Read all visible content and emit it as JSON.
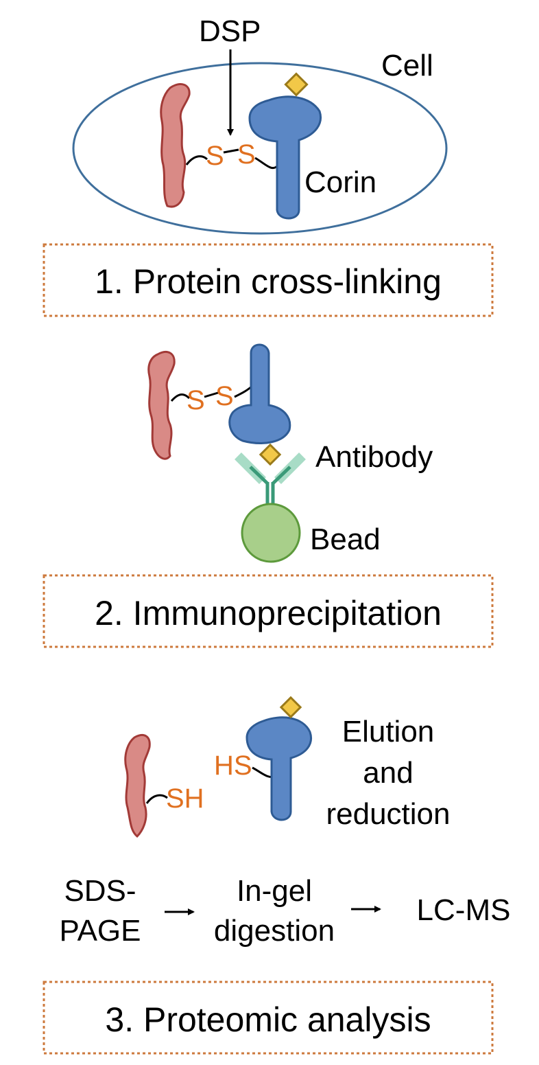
{
  "colors": {
    "cell_outline": "#3f6f9c",
    "corin_fill": "#5b87c5",
    "corin_stroke": "#2e5b94",
    "partner_fill": "#d98a86",
    "partner_stroke": "#a23a37",
    "tag_fill": "#f2c848",
    "tag_stroke": "#9a7a1a",
    "antibody": "#3a9a78",
    "bead_fill": "#a8cf8a",
    "bead_stroke": "#5d9a3c",
    "sulfur_label": "#e07020",
    "step_box_border": "#cd7a3d"
  },
  "panel1": {
    "reagent_label": "DSP",
    "cell_label": "Cell",
    "protein_label": "Corin",
    "sulfur_left": "S",
    "sulfur_right": "S",
    "step_title": "1. Protein cross-linking"
  },
  "panel2": {
    "sulfur_left": "S",
    "sulfur_right": "S",
    "antibody_label": "Antibody",
    "bead_label": "Bead",
    "step_title": "2. Immunoprecipitation"
  },
  "panel3": {
    "thiol_partner": "SH",
    "thiol_corin": "HS",
    "elution_line1": "Elution",
    "elution_line2": "and",
    "elution_line3": "reduction",
    "workflow": {
      "step1_line1": "SDS-",
      "step1_line2": "PAGE",
      "step2_line1": "In-gel",
      "step2_line2": "digestion",
      "step3": "LC-MS"
    },
    "step_title": "3. Proteomic analysis"
  }
}
